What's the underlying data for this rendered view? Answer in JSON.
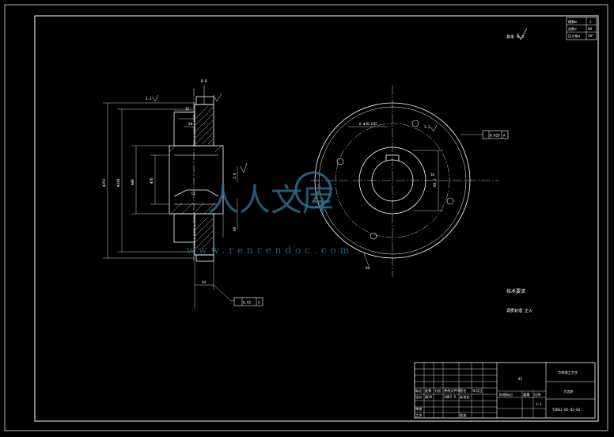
{
  "sheet_labels": {
    "tr_cells": [
      "模数m",
      "2",
      "齿数z",
      "88",
      "压力角α",
      "20°"
    ],
    "roughness_global": "其余 6.3",
    "section": "B-B",
    "dims": {
      "ra_top": "3.2",
      "d1": "Φ354",
      "d2": "Φ340",
      "d3": "Φ56",
      "d4": "Φ80",
      "w1": "60",
      "w2": "15",
      "w3": "20",
      "c1": "C1",
      "key": "16",
      "key2": "60.3",
      "base": "44",
      "ra_mid": "1.6"
    },
    "tol_side": [
      "0.025",
      "A"
    ],
    "tol_face": [
      "0.02",
      "A"
    ],
    "tol_right": [
      "0.025",
      "A"
    ],
    "hole_note": "6-Φ30 EQS",
    "right_dims": [
      "60.3",
      "16"
    ],
    "ra_right": "3.2",
    "notes_title": "技术要求",
    "notes_line": "调质处理 正火"
  },
  "title_block": {
    "school": "华南理工大学",
    "part_name": "大齿轮",
    "drawing_no": "YZDGJ-05-02-01",
    "material": "45",
    "scale": "1:1",
    "headers": [
      "标记",
      "处数",
      "分区",
      "更改文件号",
      "签名",
      "年月日"
    ],
    "row2": [
      "设计",
      "杨XX",
      "2007.5",
      "标准化"
    ],
    "row3": [
      "审核",
      "",
      "",
      ""
    ],
    "row4": [
      "工艺",
      "",
      "批准"
    ],
    "stage": [
      "阶段标记",
      "重量",
      "比例"
    ]
  },
  "watermark": {
    "glyphs": "人人文库",
    "url": "www.renrendoc.com"
  }
}
